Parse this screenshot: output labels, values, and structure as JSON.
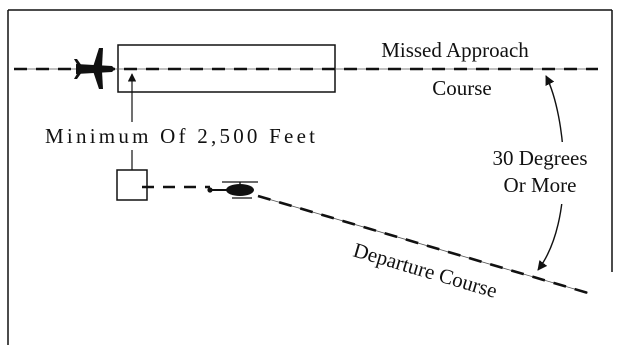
{
  "labels": {
    "missed_approach_line1": "Missed Approach",
    "missed_approach_line2": "Course",
    "separation": "Minimum Of 2,500 Feet",
    "angle_line1": "30 Degrees",
    "angle_line2": "Or More",
    "departure": "Departure Course"
  },
  "icons": {
    "airplane": "airplane-icon",
    "helicopter": "helicopter-icon"
  },
  "colors": {
    "ink": "#111111",
    "background": "#ffffff"
  }
}
